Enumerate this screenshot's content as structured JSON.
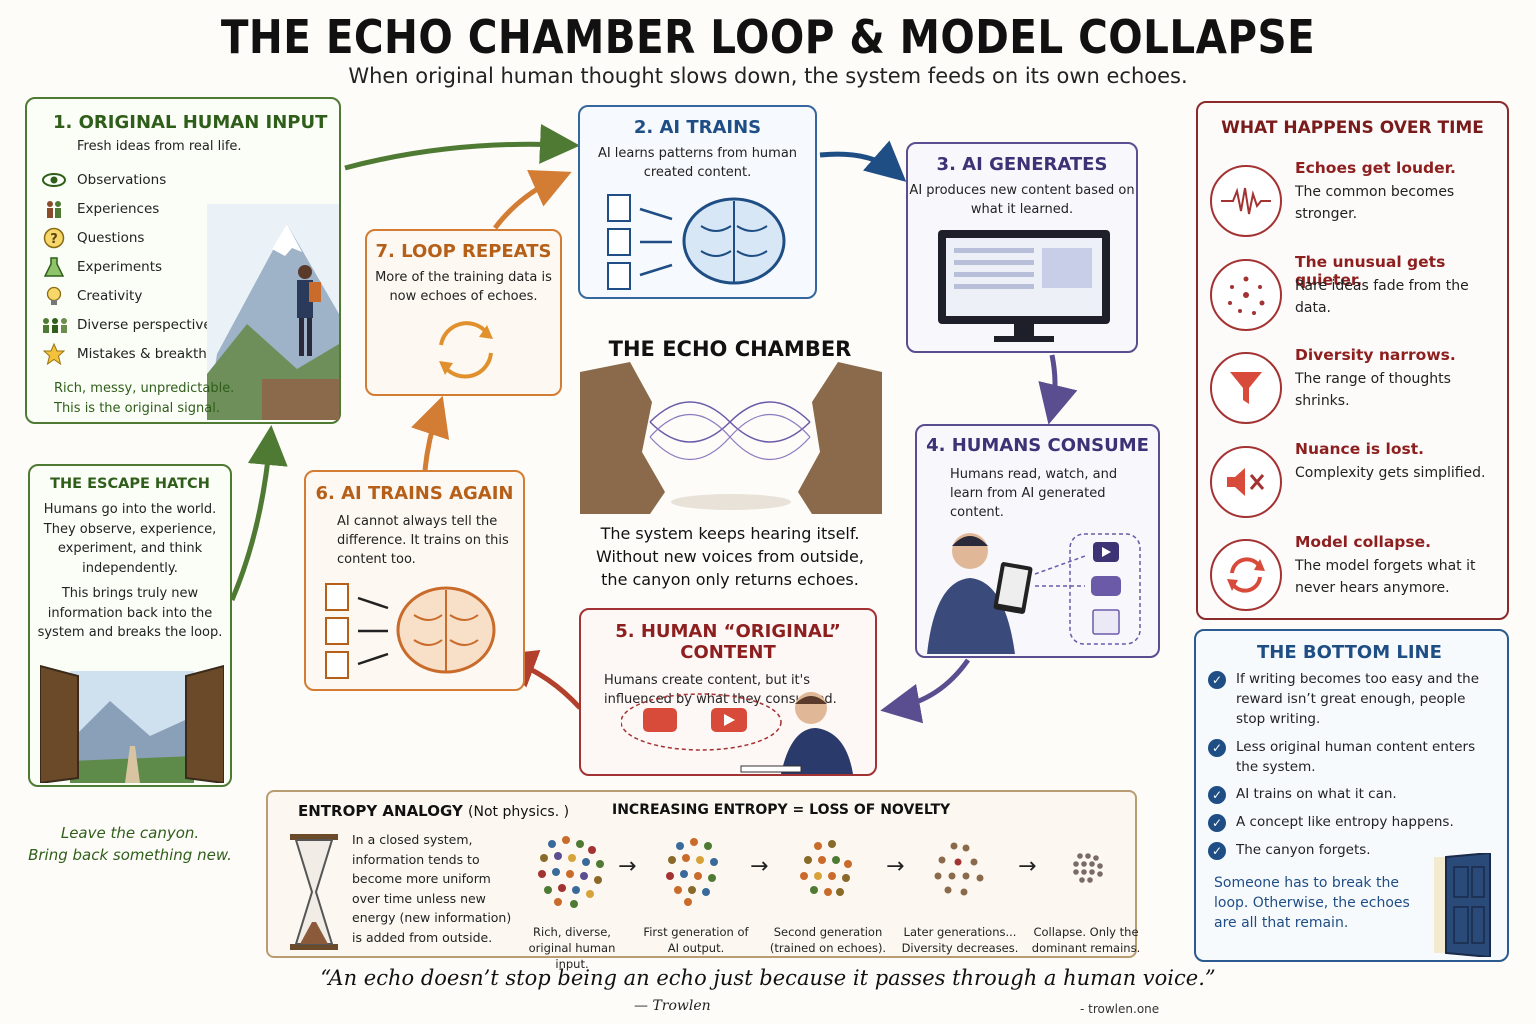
{
  "title": "THE ECHO CHAMBER LOOP & MODEL COLLAPSE",
  "subtitle": "When original human thought slows down, the system feeds on  its own echoes.",
  "box1": {
    "heading": "1. ORIGINAL HUMAN INPUT",
    "lead": "Fresh ideas from real life.",
    "items": [
      "Observations",
      "Experiences",
      "Questions",
      "Experiments",
      "Creativity",
      "Diverse perspectives",
      "Mistakes & breakthroughs"
    ],
    "foot1": "Rich, messy, unpredictable.",
    "foot2": "This is the original signal."
  },
  "escape": {
    "heading": "THE ESCAPE HATCH",
    "p1": "Humans go into the world. They observe, experience, experiment, and think independently.",
    "p2": "This brings truly new information back into the system and breaks the loop.",
    "foot1": "Leave the canyon.",
    "foot2": "Bring back something new."
  },
  "box2": {
    "heading": "2. AI TRAINS",
    "text": "AI learns patterns from human created content."
  },
  "box3": {
    "heading": "3. AI GENERATES",
    "text": "AI produces new content based on what it learned."
  },
  "box4": {
    "heading": "4. HUMANS CONSUME",
    "text": "Humans read, watch, and learn from AI  generated content."
  },
  "box5": {
    "heading": "5. HUMAN “ORIGINAL” CONTENT",
    "text": "Humans create content, but it's influenced by what they consumed."
  },
  "box6": {
    "heading": "6. AI TRAINS AGAIN",
    "text": "AI cannot always tell the difference. It trains on this content too."
  },
  "box7": {
    "heading": "7. LOOP REPEATS",
    "text": "More of the training data is now echoes of echoes."
  },
  "echo": {
    "title": "THE ECHO CHAMBER",
    "line1": "The system keeps hearing itself.",
    "line2": "Without new voices from outside,",
    "line3": "the canyon only returns echoes."
  },
  "what_happens": {
    "heading": "WHAT HAPPENS OVER TIME",
    "items": [
      {
        "h": "Echoes get louder.",
        "d": "The common becomes stronger.",
        "icon": "waveform-icon"
      },
      {
        "h": "The unusual gets quieter.",
        "d": "Rare ideas fade from the data.",
        "icon": "scatter-dots-icon"
      },
      {
        "h": "Diversity narrows.",
        "d": "The range of thoughts shrinks.",
        "icon": "funnel-icon"
      },
      {
        "h": "Nuance is lost.",
        "d": "Complexity gets simplified.",
        "icon": "muted-speaker-icon"
      },
      {
        "h": "Model collapse.",
        "d": "The model forgets what it never hears anymore.",
        "icon": "cycle-icon"
      }
    ]
  },
  "bottom_line": {
    "heading": "THE BOTTOM LINE",
    "items": [
      "If writing becomes too easy and the reward isn’t great enough, people stop writing.",
      "Less original human content enters the system.",
      "AI trains on what it can.",
      "A concept like entropy happens.",
      "The canyon forgets."
    ],
    "foot": "Someone has to break the loop. Otherwise, the echoes are all that remain."
  },
  "entropy": {
    "title": "ENTROPY ANALOGY",
    "note": "(Not physics.    )",
    "subtitle": "INCREASING ENTROPY = LOSS OF NOVELTY",
    "text": "In a closed system, information tends to become more uniform over time unless new energy (new information) is added from outside.",
    "stages": [
      "Rich, diverse, original human input.",
      "First generation of AI output.",
      "Second generation (trained on echoes).",
      "Later generations... Diversity decreases.",
      "Collapse. Only the dominant remains."
    ],
    "arrow": "→"
  },
  "quote": "“An echo doesn’t stop being an echo just because it passes through a human voice.”",
  "quote_by": "— Trowlen",
  "credit": "- trowlen.one",
  "colors": {
    "green": "#2f5e1a",
    "blue": "#1f4e85",
    "purple": "#3c3275",
    "red": "#8d1f1f",
    "orange": "#b55f19"
  }
}
